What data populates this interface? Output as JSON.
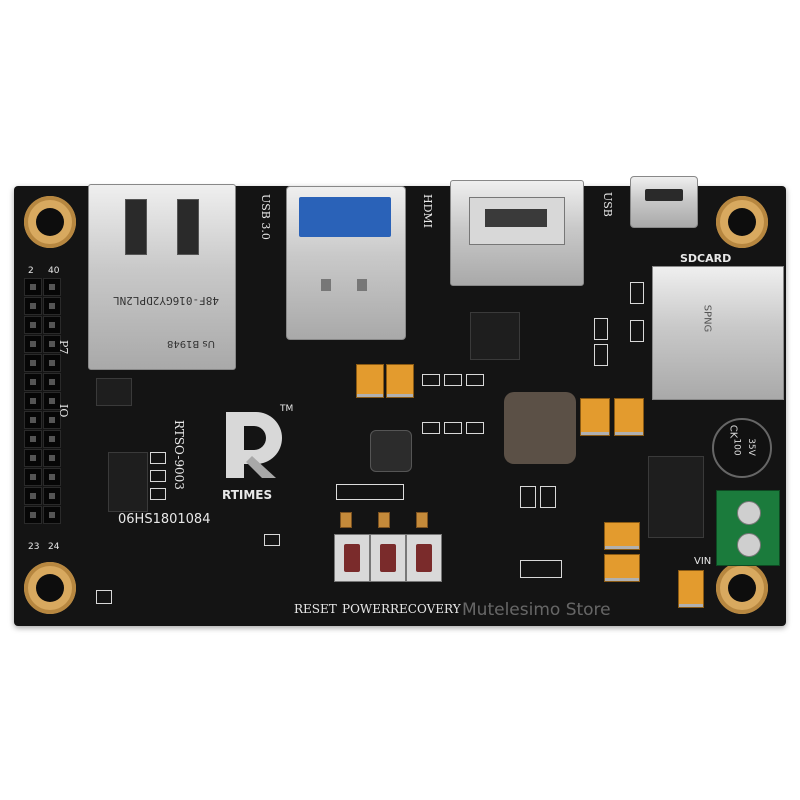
{
  "board": {
    "labels": {
      "usb30": "USB 3.0",
      "hdmi": "HDMI",
      "usb": "USB",
      "sdcard": "SDCARD",
      "reset": "RESET",
      "power": "POWER",
      "recovery": "RECOVERY",
      "serial": "06HS1801084",
      "model": "RTSO-9003",
      "vin": "VIN",
      "pin1": "2",
      "pin2": "40",
      "pin3": "23",
      "pin4": "24",
      "p7": "P7",
      "io": "IO"
    },
    "logo": {
      "brand": "RTIMES",
      "tm": "TM"
    },
    "ethernet_text": {
      "line1": "Us B1948",
      "line2": "48F-016GY2DPL2NL"
    },
    "capacitor": {
      "line1": "CK",
      "line2": "100",
      "line3": "35V"
    },
    "sd_slot_text": "SPNG",
    "watermark": "Mutelesimo Store"
  }
}
